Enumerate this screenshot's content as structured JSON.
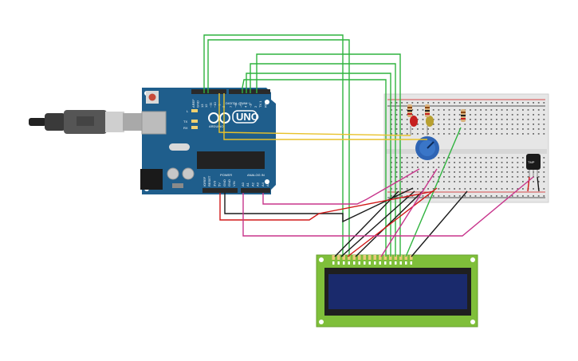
{
  "board": {
    "brand": "ARDUINO",
    "model": "UNO",
    "digital_label": "DIGITAL (PWM~)",
    "power_label": "POWER",
    "analog_label": "ANALOG IN",
    "led_labels": [
      "L",
      "TX",
      "RX"
    ],
    "power_pins": [
      "IOREF",
      "RESET",
      "3V3",
      "5V",
      "GND",
      "GND",
      "VIN"
    ],
    "analog_pins": [
      "A0",
      "A1",
      "A2",
      "A3",
      "A4",
      "A5"
    ],
    "digital_pins_left": [
      "AREF",
      "GND",
      "13",
      "12",
      "~11",
      "~10",
      "~9",
      "8"
    ],
    "digital_pins_right": [
      "7",
      "~6",
      "~5",
      "4",
      "~3",
      "2",
      "TX 1",
      "RX 0"
    ]
  },
  "sensor": {
    "label": "TMP"
  },
  "colors": {
    "board": "#1f5e8c",
    "wire_green": "#2fb33e",
    "wire_yellow": "#e8c22a",
    "wire_black": "#1a1a1a",
    "wire_red": "#d11818",
    "wire_magenta": "#c8358c",
    "lcd_frame": "#7fbf3a",
    "lcd_screen": "#1a2a6c",
    "breadboard": "#e6e6e6",
    "pot_knob": "#2e64b4"
  }
}
